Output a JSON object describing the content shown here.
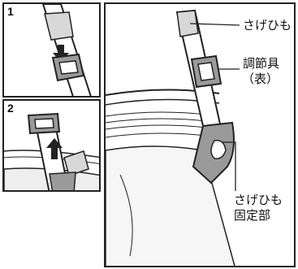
{
  "steps": [
    {
      "number": "1"
    },
    {
      "number": "2"
    }
  ],
  "labels": {
    "strap": "さげひも",
    "adjuster": "調節具",
    "adjuster_note": "（表）",
    "strap_fixing_line1": "さげひも",
    "strap_fixing_line2": "固定部"
  },
  "colors": {
    "line": "#222222",
    "fill": "#ffffff",
    "shade": "#d8d8d8",
    "dark": "#9a9a9a"
  }
}
